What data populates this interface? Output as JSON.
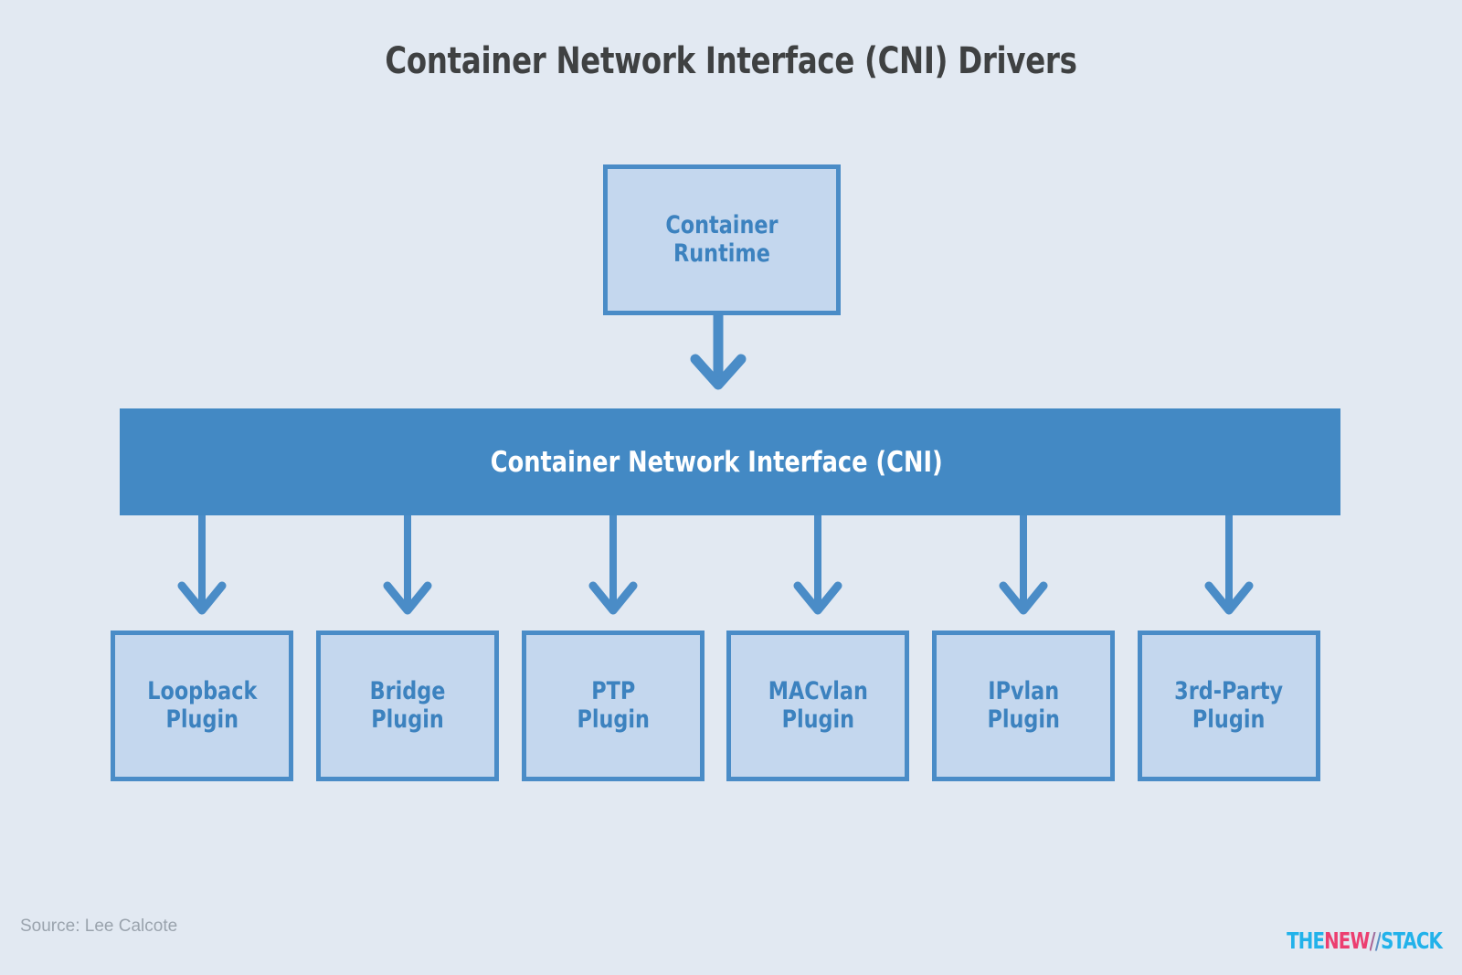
{
  "page": {
    "title": "Container Network Interface (CNI) Drivers",
    "background_color": "#e2e9f2",
    "title_color": "#3f4142"
  },
  "colors": {
    "box_fill": "#c4d7ee",
    "box_border": "#4a8cc7",
    "box_text": "#3c82bf",
    "bar_fill": "#4389c4",
    "bar_text": "#ffffff",
    "arrow": "#4a8cc7",
    "source_text": "#9aa3ad"
  },
  "diagram": {
    "type": "hierarchy-flow",
    "runtime": {
      "label": "Container\nRuntime",
      "line1": "Container",
      "line2": "Runtime"
    },
    "interface_bar": {
      "label": "Container Network Interface (CNI)"
    },
    "plugins": [
      {
        "label": "Loopback\nPlugin",
        "line1": "Loopback",
        "line2": "Plugin"
      },
      {
        "label": "Bridge\nPlugin",
        "line1": "Bridge",
        "line2": "Plugin"
      },
      {
        "label": "PTP\nPlugin",
        "line1": "PTP",
        "line2": "Plugin"
      },
      {
        "label": "MACvlan\nPlugin",
        "line1": "MACvlan",
        "line2": "Plugin"
      },
      {
        "label": "IPvlan\nPlugin",
        "line1": "IPvlan",
        "line2": "Plugin"
      },
      {
        "label": "3rd-Party\nPlugin",
        "line1": "3rd-Party",
        "line2": "Plugin"
      }
    ],
    "arrows": {
      "runtime_to_bar": "down-arrow",
      "bar_to_plugins": "down-arrow"
    }
  },
  "footer": {
    "source": "Source: Lee Calcote",
    "logo": {
      "the": "THE",
      "new": "NEW",
      "slash": "//",
      "stack": "STACK"
    }
  }
}
